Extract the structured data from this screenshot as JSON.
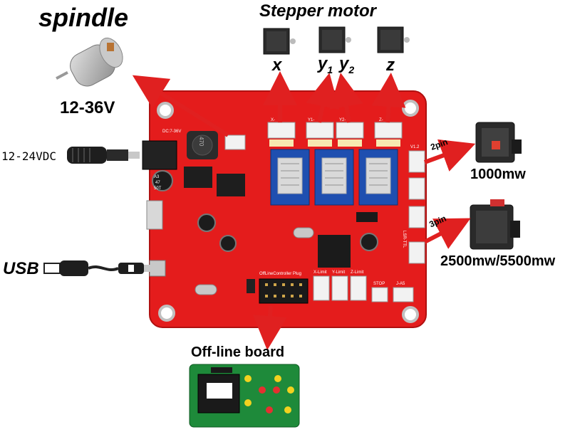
{
  "labels": {
    "spindle": "spindle",
    "spindle_voltage": "12-36V",
    "stepper_title": "Stepper motor",
    "axis_x": "x",
    "axis_y1": "y",
    "axis_y1_sub": "1",
    "axis_y2": "y",
    "axis_y2_sub": "2",
    "axis_z": "z",
    "power_input": "12-24VDC",
    "usb": "USB",
    "laser_pin2": "2pin",
    "laser_1000": "1000mw",
    "laser_pin3": "3pin",
    "laser_2500": "2500mw/5500mw",
    "offline_board": "Off-line board"
  },
  "board_text": {
    "x_port": "X-",
    "y1_port": "Y1-",
    "y2_port": "Y2-",
    "z_port": "Z-",
    "dc": "DC:7-36V",
    "offline_plug": "OffLineController Plug",
    "stop": "STOP",
    "j_a5": "J-A5",
    "x_limit": "X-Limit",
    "y_limit": "Y-Limit",
    "z_limit": "Z-Limit",
    "inductor": "470",
    "cap_a": "A3",
    "cap_b": "47",
    "cap_c": "50T",
    "laser_ttl": "LSR-TTL",
    "ver": "V1.2"
  },
  "colors": {
    "board": "#e41c1c",
    "arrow": "#e02020",
    "driver": "#1f4fb0",
    "heatsink": "#d9d9d9",
    "offline_pcb": "#1e8a3a"
  }
}
